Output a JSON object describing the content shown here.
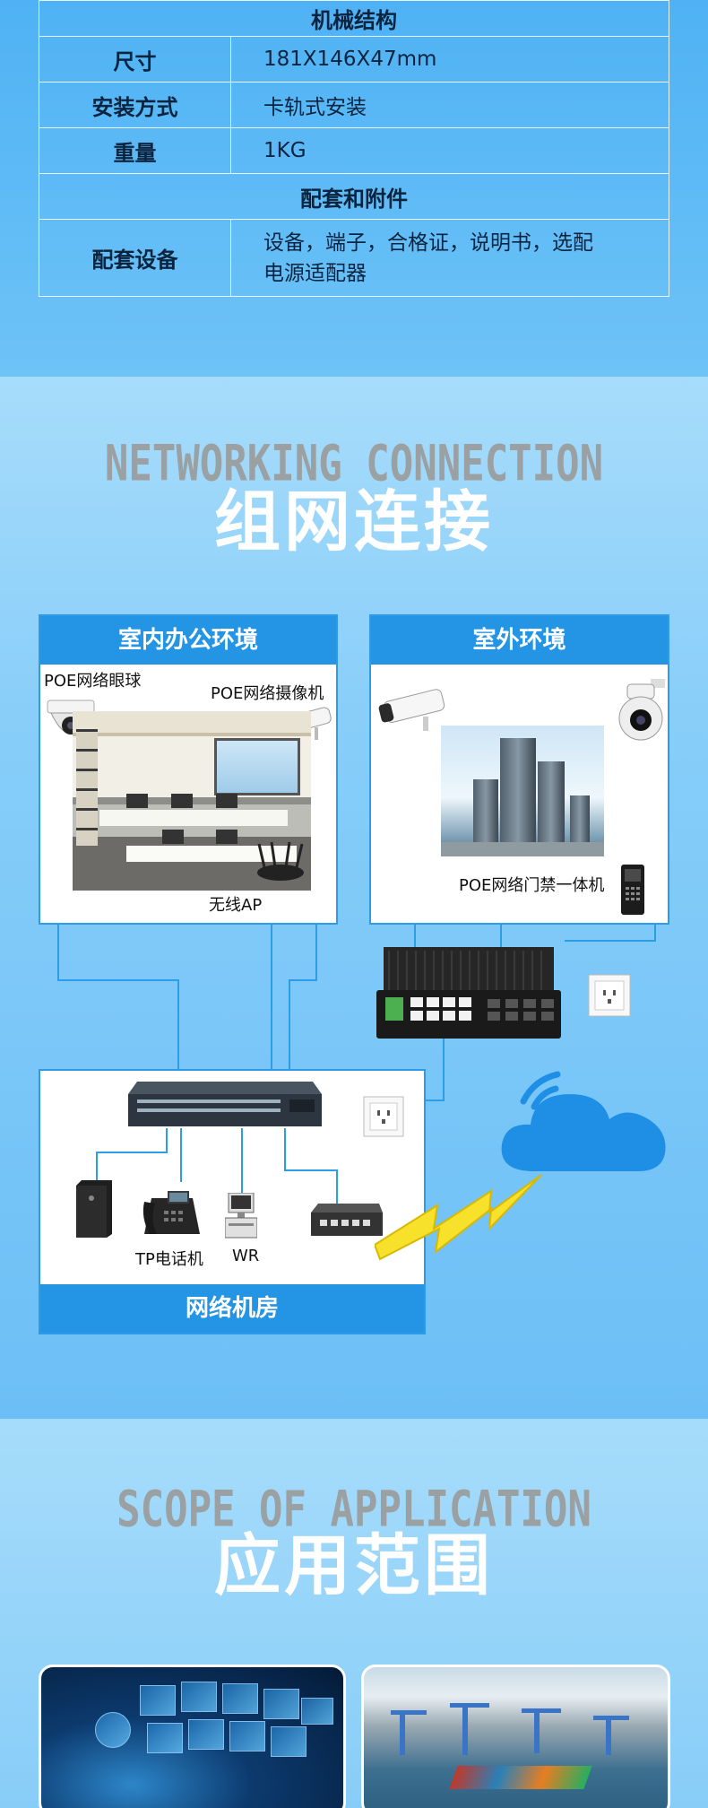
{
  "spec_table": {
    "section_mechanical": "机械结构",
    "rows_mechanical": [
      {
        "key": "尺寸",
        "value": "181X146X47mm"
      },
      {
        "key": "安装方式",
        "value": "卡轨式安装"
      },
      {
        "key": "重量",
        "value": "1KG"
      }
    ],
    "section_accessories": "配套和附件",
    "accessory_key": "配套设备",
    "accessory_value_line1": "设备，端子，合格证，说明书，选配",
    "accessory_value_line2": "电源适配器"
  },
  "networking": {
    "en_title": "NETWORKING CONNECTION",
    "cn_title": "组网连接",
    "indoor": {
      "head": "室内办公环境",
      "label_dome": "POE网络眼球",
      "label_camera": "POE网络摄像机",
      "label_ap": "无线AP"
    },
    "outdoor": {
      "head": "室外环境",
      "label_access": "POE网络门禁一体机"
    },
    "room": {
      "foot": "网络机房",
      "label_phone": "TP电话机",
      "label_wr": "WR"
    }
  },
  "application": {
    "en_title": "SCOPE OF APPLICATION",
    "cn_title": "应用范围"
  }
}
